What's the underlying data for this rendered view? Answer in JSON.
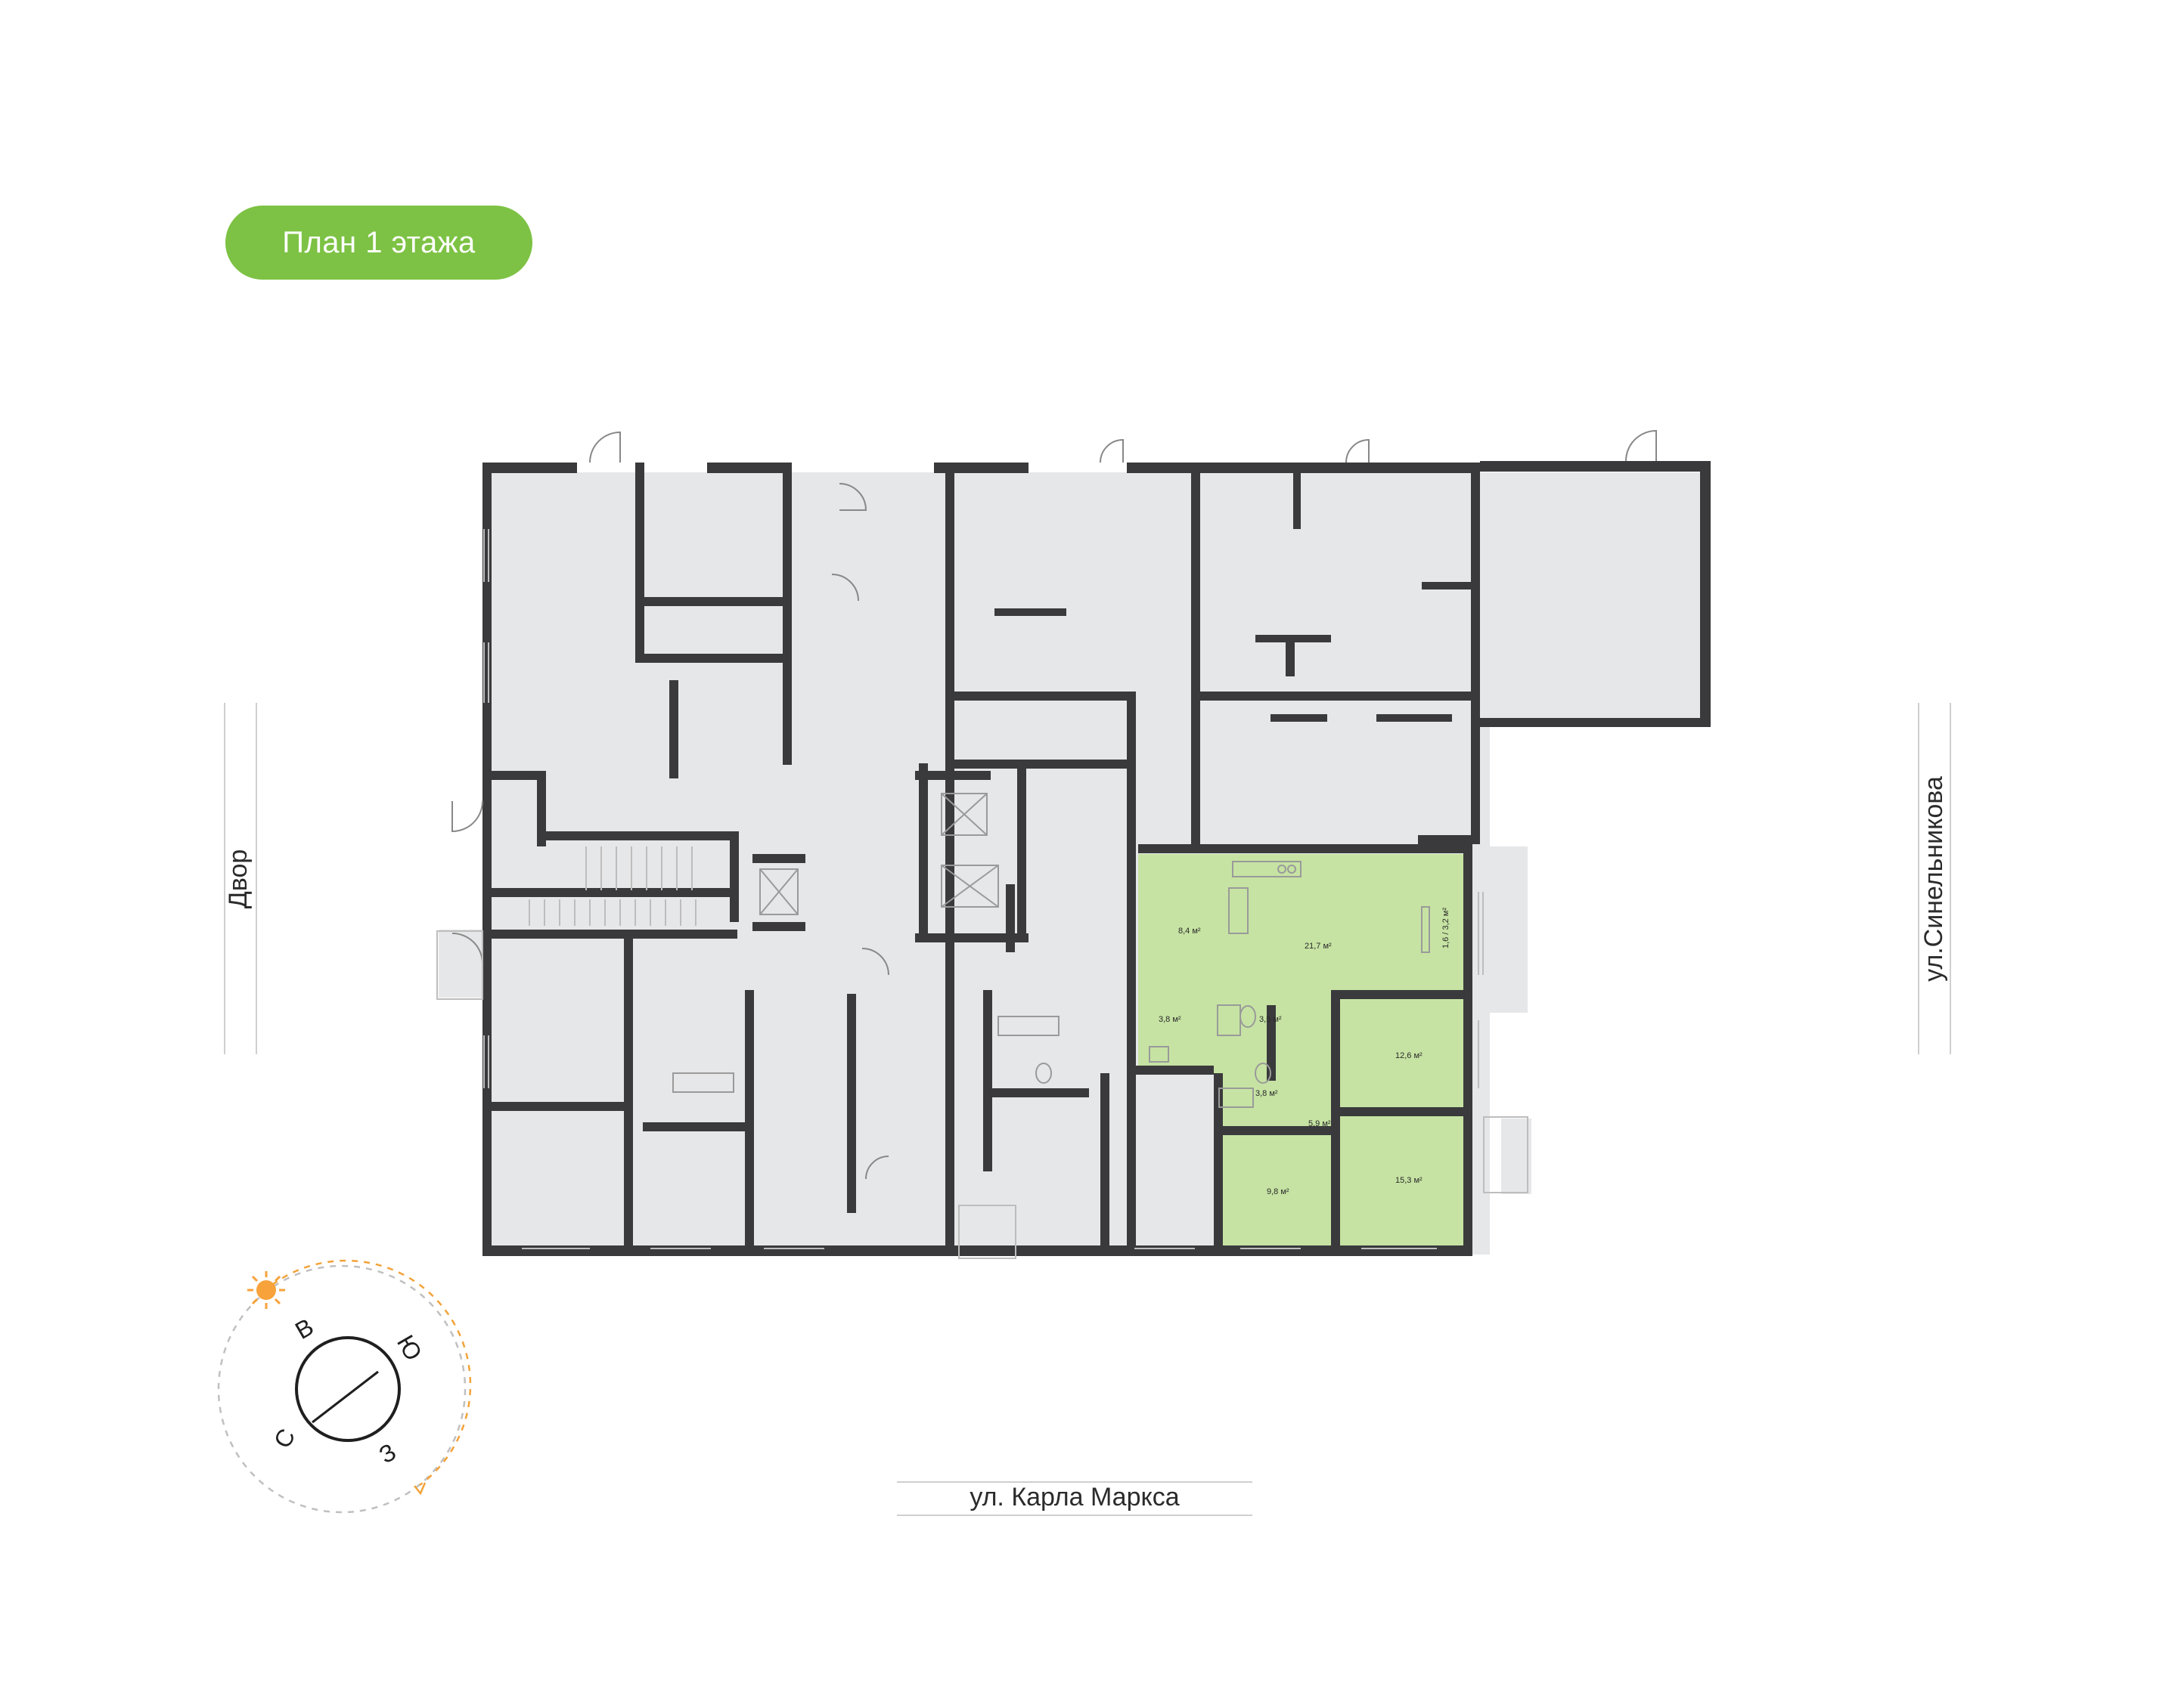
{
  "header": {
    "title": "План 1 этажа"
  },
  "streets": {
    "bottom": "ул. Карла Маркса",
    "left": "Двор",
    "right": "ул.Синельникова"
  },
  "compass": {
    "north": "С",
    "east": "В",
    "south": "Ю",
    "west": "З",
    "sun_icon": "sun-icon"
  },
  "apartment": {
    "rooms": [
      {
        "id": "r1",
        "label": "8,4 м²"
      },
      {
        "id": "r2",
        "label": "21,7 м²"
      },
      {
        "id": "r3",
        "label": "1,6 / 3,2 м²"
      },
      {
        "id": "r4",
        "label": "3,8 м²"
      },
      {
        "id": "r5",
        "label": "3,5 м²"
      },
      {
        "id": "r6",
        "label": "12,6 м²"
      },
      {
        "id": "r7",
        "label": "3,8 м²"
      },
      {
        "id": "r8",
        "label": "5,9 м²"
      },
      {
        "id": "r9",
        "label": "9,8 м²"
      },
      {
        "id": "r10",
        "label": "15,3 м²"
      }
    ]
  },
  "colors": {
    "accent": "#7dc244",
    "highlight_fill": "#c6e3a3",
    "room_fill": "#e6e7e9",
    "wall": "#3a3a3c",
    "compass_orbit": "#f2a33a",
    "compass_ring_gray": "#c0c0c0",
    "sun": "#f7a23a"
  }
}
